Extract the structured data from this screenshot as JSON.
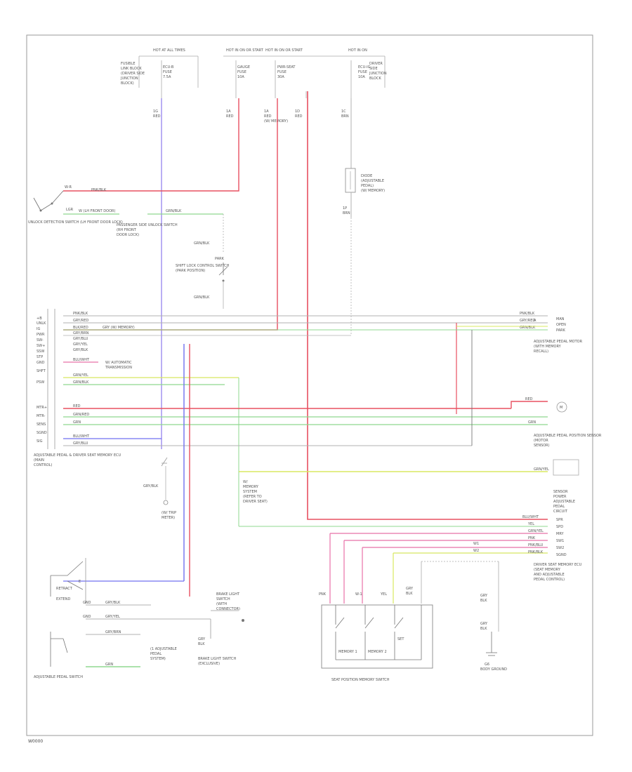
{
  "diagram": {
    "footer_code": "W0000",
    "top_fuse_headers": [
      "HOT AT ALL TIMES",
      "HOT IN ON OR START",
      "HOT IN ON OR START",
      "HOT IN ON"
    ],
    "labels": {
      "unlock_detection_switch": "UNLOCK DETECTION SWITCH (LH FRONT DOOR LOCK)",
      "passenger_side_unlock_switch": "PASSENGER SIDE UNLOCK SWITCH",
      "shift_lock_control_switch": "SHIFT LOCK CONTROL SWITCH",
      "adjustable_pedal_main_ecu": "ADJUSTABLE PEDAL & DRIVER SEAT MEMORY ECU",
      "adjustable_pedal_motor": "ADJUSTABLE PEDAL MOTOR",
      "adjustable_pedal_position_sensor": "ADJUSTABLE PEDAL POSITION SENSOR",
      "driver_seat_memory_ecu": "DRIVER SEAT MEMORY ECU",
      "adjustable_pedal_switch": "ADJUSTABLE PEDAL SWITCH",
      "seat_position_memory_switch": "SEAT POSITION MEMORY SWITCH",
      "brake_light_switch": "BRAKE LIGHT SWITCH",
      "junction_block": "JUNCTION BLOCK",
      "body_ground": "BODY GROUND"
    },
    "wire_colors": {
      "violet": "#9c8cf0",
      "red": "#e85060",
      "pink": "#e870a8",
      "green": "#8fd88f",
      "yellow_green": "#d8e860",
      "gray": "#b0b0b0",
      "black": "#777777",
      "blue": "#7070f0"
    }
  }
}
